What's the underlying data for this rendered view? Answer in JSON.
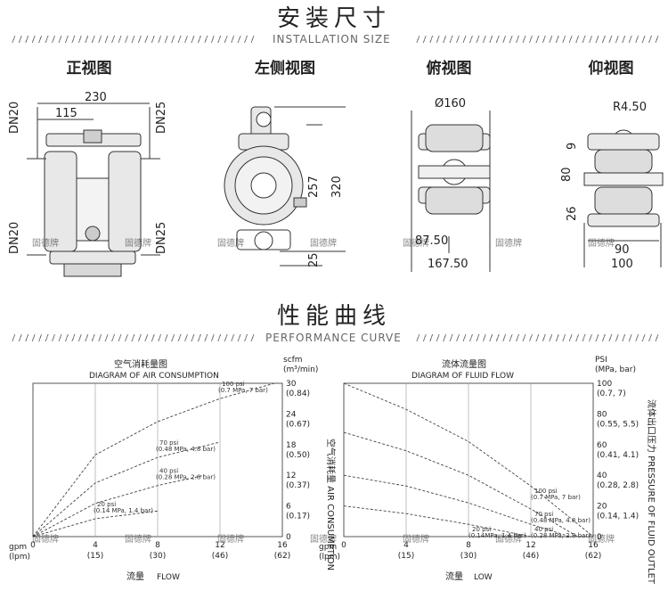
{
  "installation": {
    "title": "安装尺寸",
    "subtitle": "INSTALLATION SIZE",
    "views": [
      "正视图",
      "左侧视图",
      "俯视图",
      "仰视图"
    ],
    "front": {
      "width": "230",
      "half_width": "115",
      "inlet": "DN20",
      "outlet": "DN25"
    },
    "side": {
      "height_total": "320",
      "height_mid": "257",
      "height_base": "25"
    },
    "top": {
      "diameter": "Ø160",
      "inner": "87.50",
      "outer": "167.50"
    },
    "bottom": {
      "radius": "R4.50",
      "d1": "9",
      "d2": "80",
      "d3": "26",
      "w1": "90",
      "w2": "100"
    },
    "watermark": "固德牌"
  },
  "performance": {
    "title": "性能曲线",
    "subtitle": "PERFORMANCE CURVE",
    "x_unit_left": "gpm",
    "x_unit_left2": "(lpm)",
    "x_caption_cn": "流量",
    "x_caption_en": "FLOW",
    "x_caption_en2": "LOW"
  },
  "chart_data": [
    {
      "type": "line",
      "title_cn": "空气消耗量图",
      "title": "DIAGRAM OF AIR CONSUMPTION",
      "xlabel": "流量 FLOW",
      "ylabel": "空气消耗量 AIR CONSUMPTION",
      "y_unit": "scfm",
      "y_unit2": "(m³/min)",
      "x_ticks": [
        {
          "v": 0,
          "main": "0",
          "sub": ""
        },
        {
          "v": 4,
          "main": "4",
          "sub": "(15)"
        },
        {
          "v": 8,
          "main": "8",
          "sub": "(30)"
        },
        {
          "v": 12,
          "main": "12",
          "sub": "(46)"
        },
        {
          "v": 16,
          "main": "16",
          "sub": "(62)"
        }
      ],
      "y_ticks": [
        {
          "v": 0,
          "main": "0",
          "sub": ""
        },
        {
          "v": 6,
          "main": "6",
          "sub": "(0.17)"
        },
        {
          "v": 12,
          "main": "12",
          "sub": "(0.37)"
        },
        {
          "v": 18,
          "main": "18",
          "sub": "(0.50)"
        },
        {
          "v": 24,
          "main": "24",
          "sub": "(0.67)"
        },
        {
          "v": 30,
          "main": "30",
          "sub": "(0.84)"
        }
      ],
      "xlim": [
        0,
        16
      ],
      "ylim": [
        0,
        30
      ],
      "series": [
        {
          "name": "100 psi",
          "note": "(0.7 MPa, 7 bar)",
          "x": [
            0,
            4,
            8,
            12,
            15.5
          ],
          "y": [
            0,
            16,
            22.5,
            27,
            30
          ]
        },
        {
          "name": "70 psi",
          "note": "(0.48 MPa, 4.8 bar)",
          "x": [
            0,
            4,
            8,
            12
          ],
          "y": [
            0,
            10.5,
            15.5,
            18.5
          ]
        },
        {
          "name": "40 psi",
          "note": "(0.28 MPa, 2.8 bar)",
          "x": [
            0,
            4,
            8,
            11
          ],
          "y": [
            0,
            6.5,
            10,
            12
          ]
        },
        {
          "name": "20 psi",
          "note": "(0.14 MPa, 1.4 bar)",
          "x": [
            0,
            4,
            8
          ],
          "y": [
            0,
            3.5,
            5
          ]
        }
      ]
    },
    {
      "type": "line",
      "title_cn": "流体流量图",
      "title": "DIAGRAM OF FLUID FLOW",
      "xlabel": "流量 LOW",
      "ylabel": "流体出口压力 PRESSURE OF FLUID OUTLET",
      "y_unit": "PSI",
      "y_unit2": "(MPa, bar)",
      "x_ticks": [
        {
          "v": 0,
          "main": "0",
          "sub": ""
        },
        {
          "v": 4,
          "main": "4",
          "sub": "(15)"
        },
        {
          "v": 8,
          "main": "8",
          "sub": "(30)"
        },
        {
          "v": 12,
          "main": "12",
          "sub": "(46)"
        },
        {
          "v": 16,
          "main": "16",
          "sub": "(62)"
        }
      ],
      "y_ticks": [
        {
          "v": 0,
          "main": "0",
          "sub": ""
        },
        {
          "v": 20,
          "main": "20",
          "sub": "(0.14, 1.4)"
        },
        {
          "v": 40,
          "main": "40",
          "sub": "(0.28, 2.8)"
        },
        {
          "v": 60,
          "main": "60",
          "sub": "(0.41, 4.1)"
        },
        {
          "v": 80,
          "main": "80",
          "sub": "(0.55, 5.5)"
        },
        {
          "v": 100,
          "main": "100",
          "sub": "(0.7, 7)"
        }
      ],
      "xlim": [
        0,
        16
      ],
      "ylim": [
        0,
        100
      ],
      "series": [
        {
          "name": "100 psi",
          "note": "(0.7 MPa, 7 bar)",
          "x": [
            0,
            4,
            8,
            12,
            16
          ],
          "y": [
            100,
            83,
            62,
            33,
            0
          ]
        },
        {
          "name": "70 psi",
          "note": "(0.48 MPa, 4.8 bar)",
          "x": [
            0,
            4,
            8,
            12,
            15
          ],
          "y": [
            68,
            56,
            40,
            18,
            0
          ]
        },
        {
          "name": "40 psi",
          "note": "(0.28 MPa, 2.8 bar)",
          "x": [
            0,
            4,
            8,
            12,
            14.5
          ],
          "y": [
            40,
            33,
            22,
            8,
            0
          ]
        },
        {
          "name": "20 psi",
          "note": "(0.14MPa, 1.4 bar)",
          "x": [
            0,
            4,
            8,
            12
          ],
          "y": [
            20,
            15,
            8,
            0
          ]
        }
      ]
    }
  ]
}
